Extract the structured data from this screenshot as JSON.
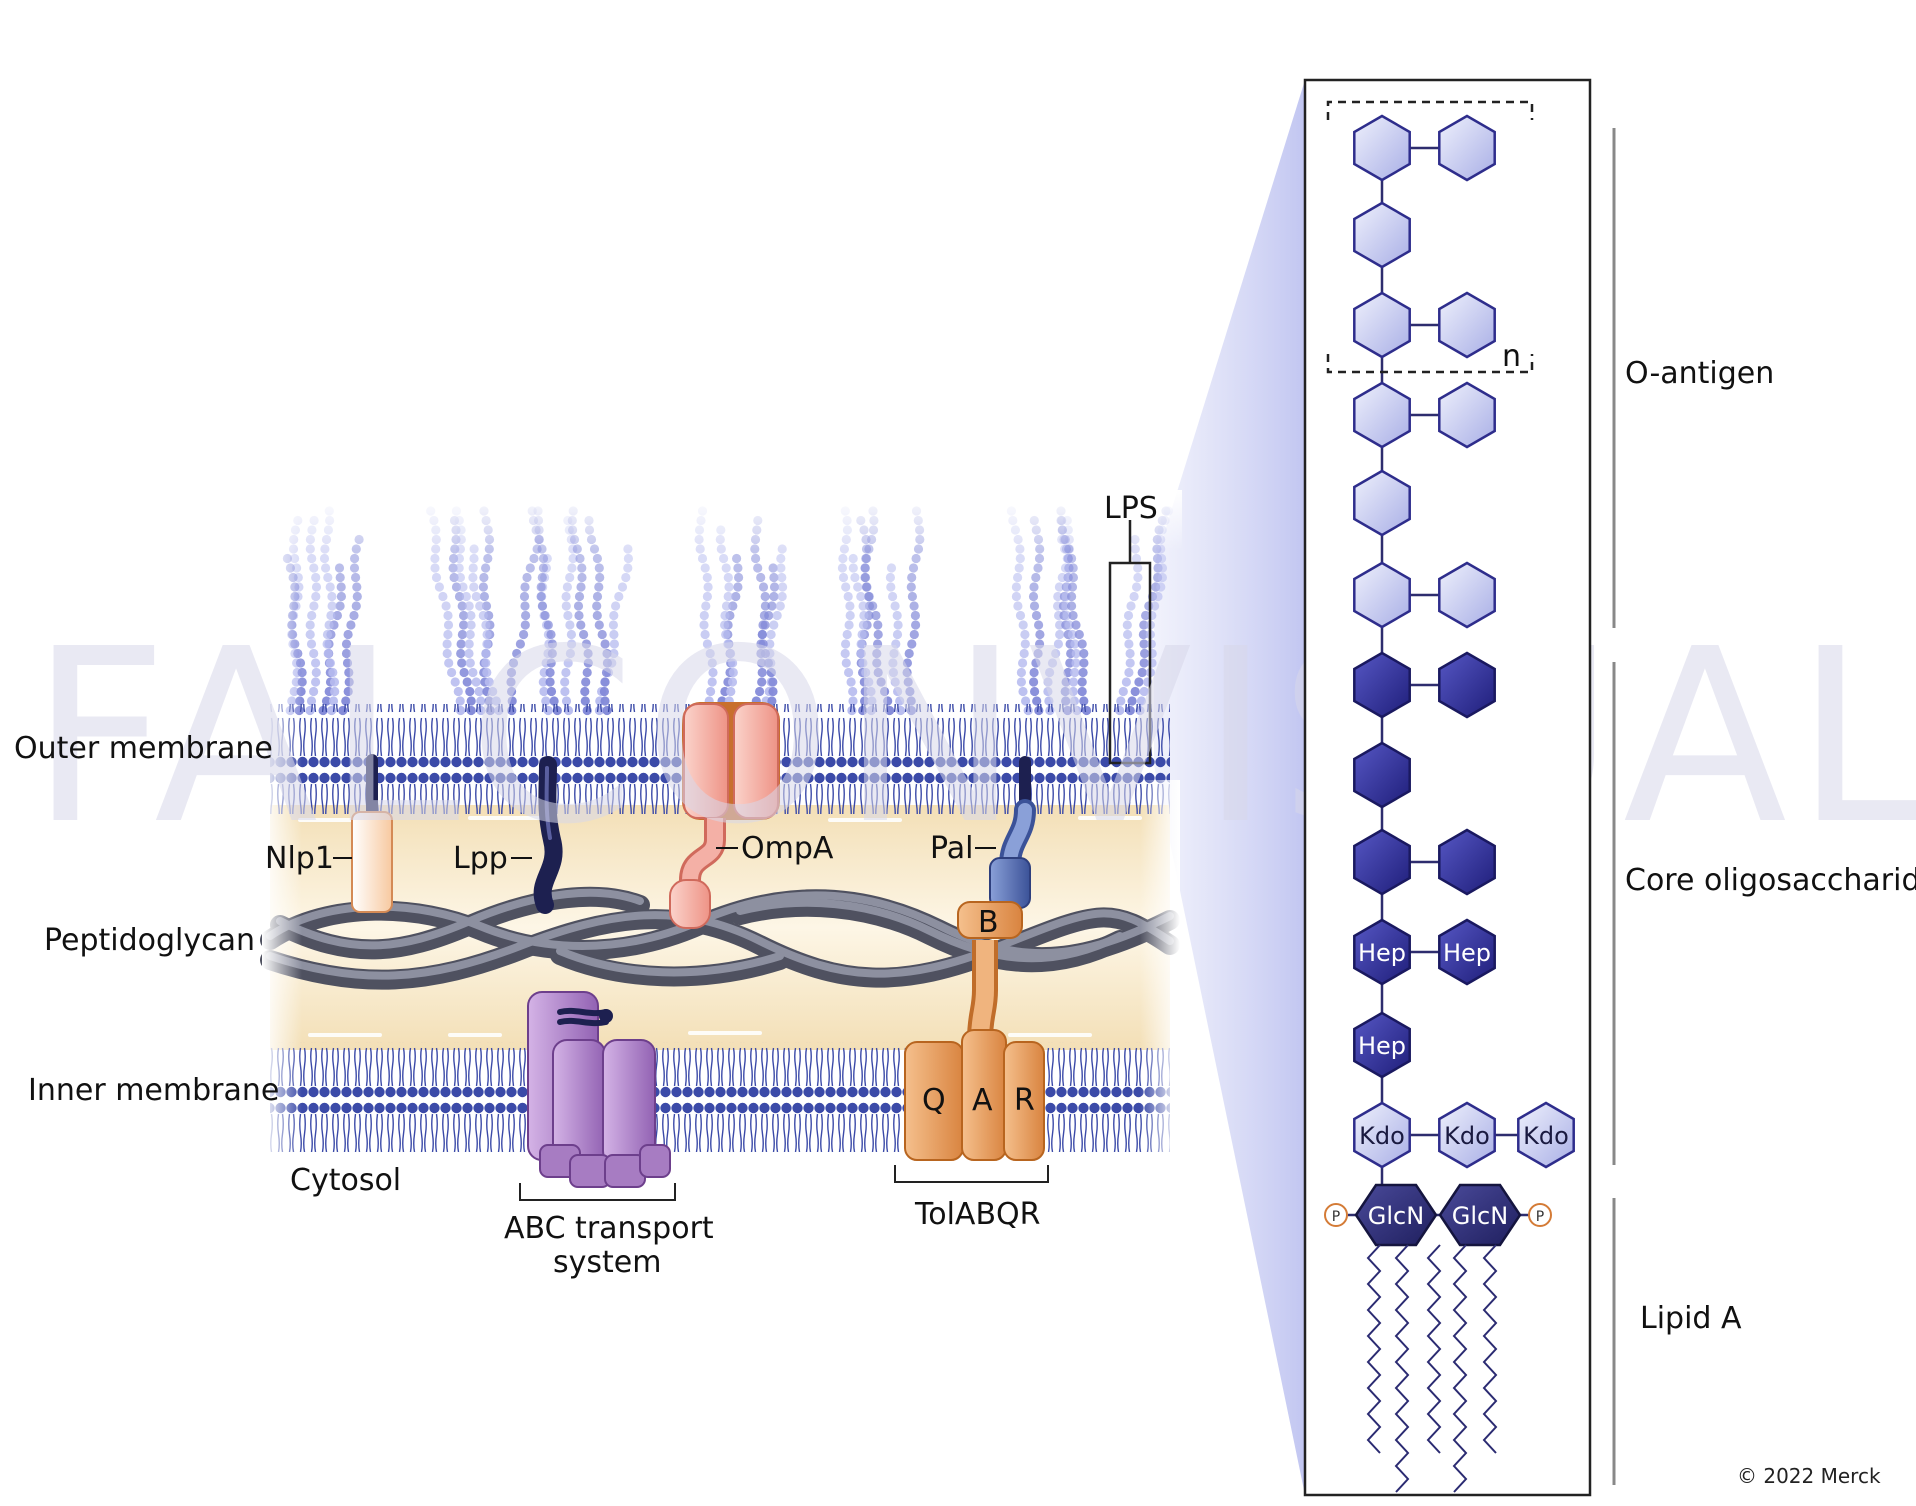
{
  "watermark": "FALCONVISUALS",
  "copyright": "© 2022 Merck",
  "left_labels": {
    "outer_membrane": "Outer membrane",
    "peptidoglycan": "Peptidoglycan",
    "inner_membrane": "Inner membrane",
    "cytosol": "Cytosol"
  },
  "proteins": {
    "nlp1": "Nlp1",
    "lpp": "Lpp",
    "ompa": "OmpA",
    "pal": "Pal",
    "lps": "LPS",
    "tol_b": "B",
    "tol_q": "Q",
    "tol_a": "A",
    "tol_r": "R"
  },
  "bottom_labels": {
    "abc_line1": "ABC transport",
    "abc_line2": "system",
    "tolabqr": "TolABQR"
  },
  "lps_panel": {
    "repeat_index": "n",
    "hep": "Hep",
    "kdo": "Kdo",
    "glcn": "GlcN",
    "phosphate": "P",
    "regions": {
      "o_antigen": "O-antigen",
      "core": "Core oligosaccharide",
      "lipid_a": "Lipid A"
    }
  },
  "colors": {
    "membrane_head": "#3b4aa8",
    "o_antigen_sugar": "#c7cbef",
    "core_sugar": "#2e2d8c",
    "glcn": "#2b2b72",
    "peptidoglycan_strand": "#6a6c7a",
    "periplasm": "#f8ecd3",
    "ompa": "#f4a9a0",
    "tol": "#e49a5c",
    "abc": "#a77cc2",
    "pal": "#5b73b8"
  }
}
